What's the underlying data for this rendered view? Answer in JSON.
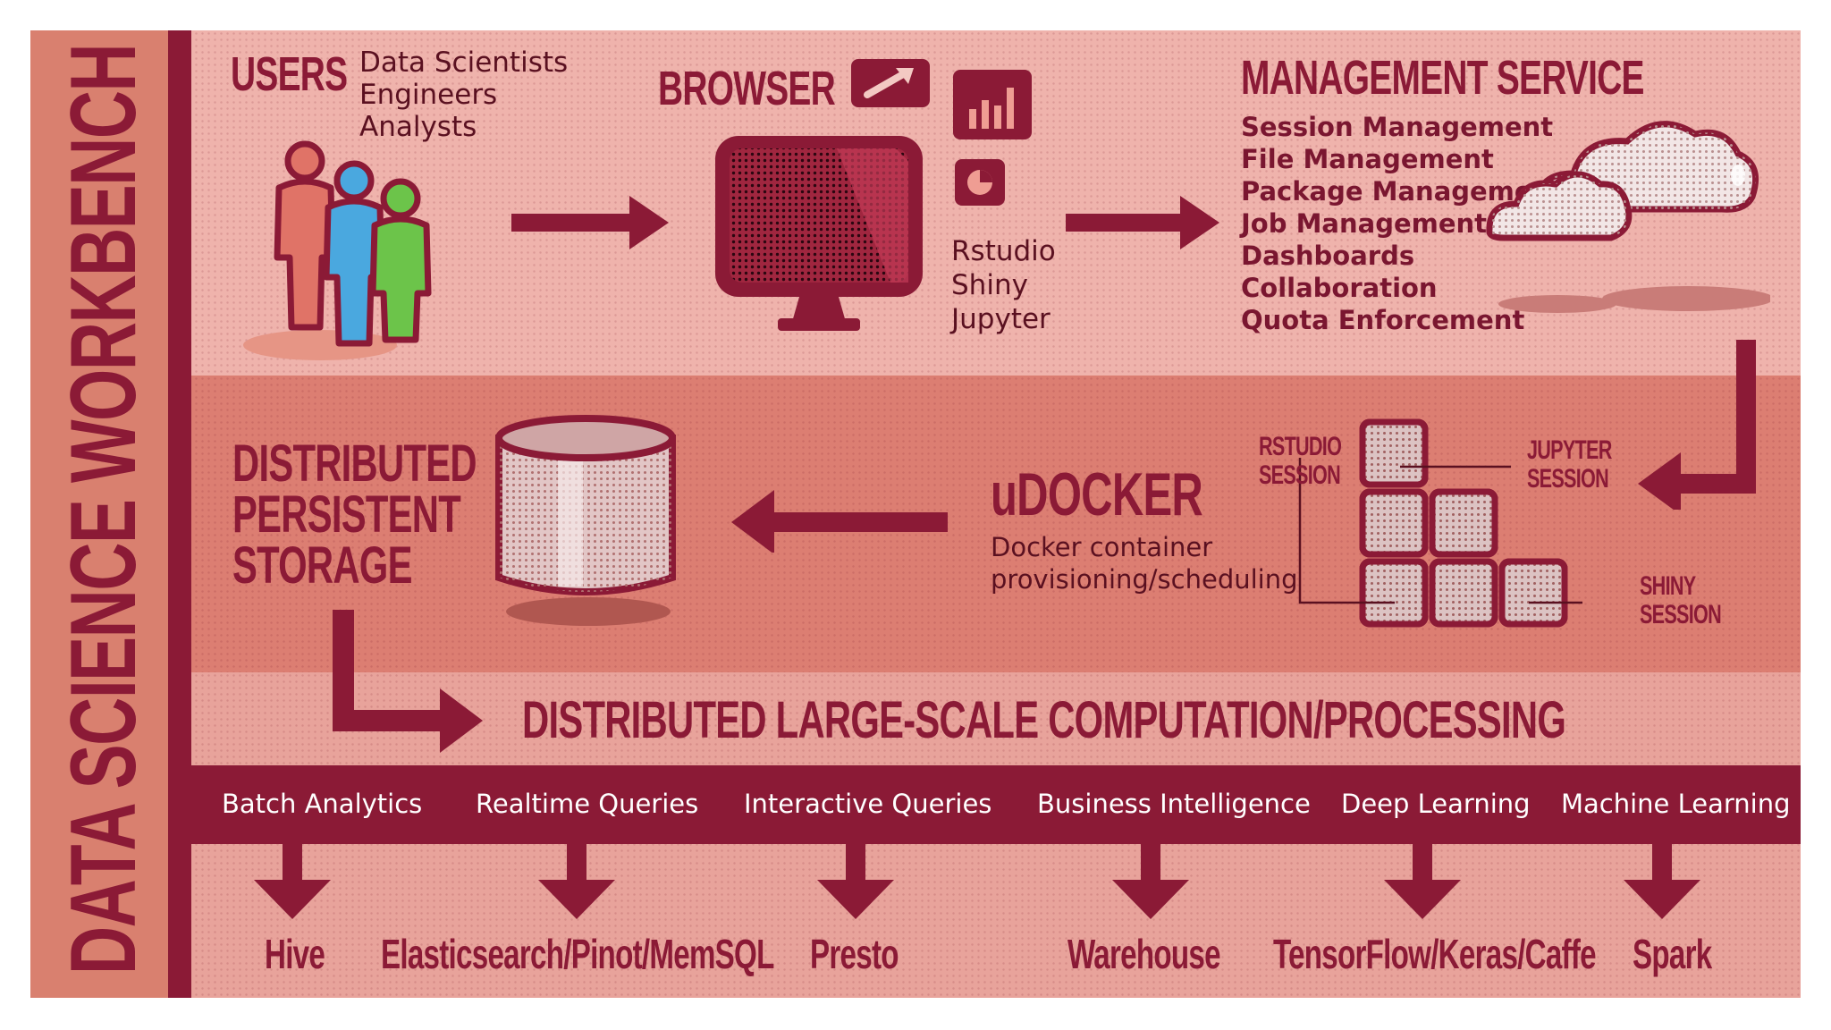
{
  "title": "DATA SCIENCE WORKBENCH",
  "users": {
    "heading": "USERS",
    "roles": [
      "Data Scientists",
      "Engineers",
      "Analysts"
    ]
  },
  "browser": {
    "heading": "BROWSER",
    "apps": [
      "Rstudio",
      "Shiny",
      "Jupyter"
    ]
  },
  "management": {
    "heading": "MANAGEMENT SERVICE",
    "items": [
      "Session Management",
      "File Management",
      "Package Management",
      "Job Management",
      "Dashboards",
      "Collaboration",
      "Quota Enforcement"
    ]
  },
  "storage": {
    "lines": [
      "DISTRIBUTED",
      "PERSISTENT",
      "STORAGE"
    ]
  },
  "udocker": {
    "heading": "uDOCKER",
    "desc": [
      "Docker container",
      "provisioning/scheduling"
    ]
  },
  "sessions": {
    "rstudio": [
      "RSTUDIO",
      "SESSION"
    ],
    "jupyter": [
      "JUPYTER",
      "SESSION"
    ],
    "shiny": [
      "SHINY",
      "SESSION"
    ]
  },
  "computation": {
    "heading": "DISTRIBUTED LARGE-SCALE COMPUTATION/PROCESSING",
    "categories": [
      "Batch Analytics",
      "Realtime Queries",
      "Interactive Queries",
      "Business Intelligence",
      "Deep Learning",
      "Machine Learning"
    ],
    "tools": [
      "Hive",
      "Elasticsearch/Pinot/MemSQL",
      "Presto",
      "Warehouse",
      "TensorFlow/Keras/Caffe",
      "Spark"
    ]
  },
  "colors": {
    "maroon": "#8b1a36",
    "band_top": "#efb3ac",
    "band_mid": "#dc7e72",
    "band_bottom": "#e8a39b",
    "side_strip": "#d9806f"
  }
}
